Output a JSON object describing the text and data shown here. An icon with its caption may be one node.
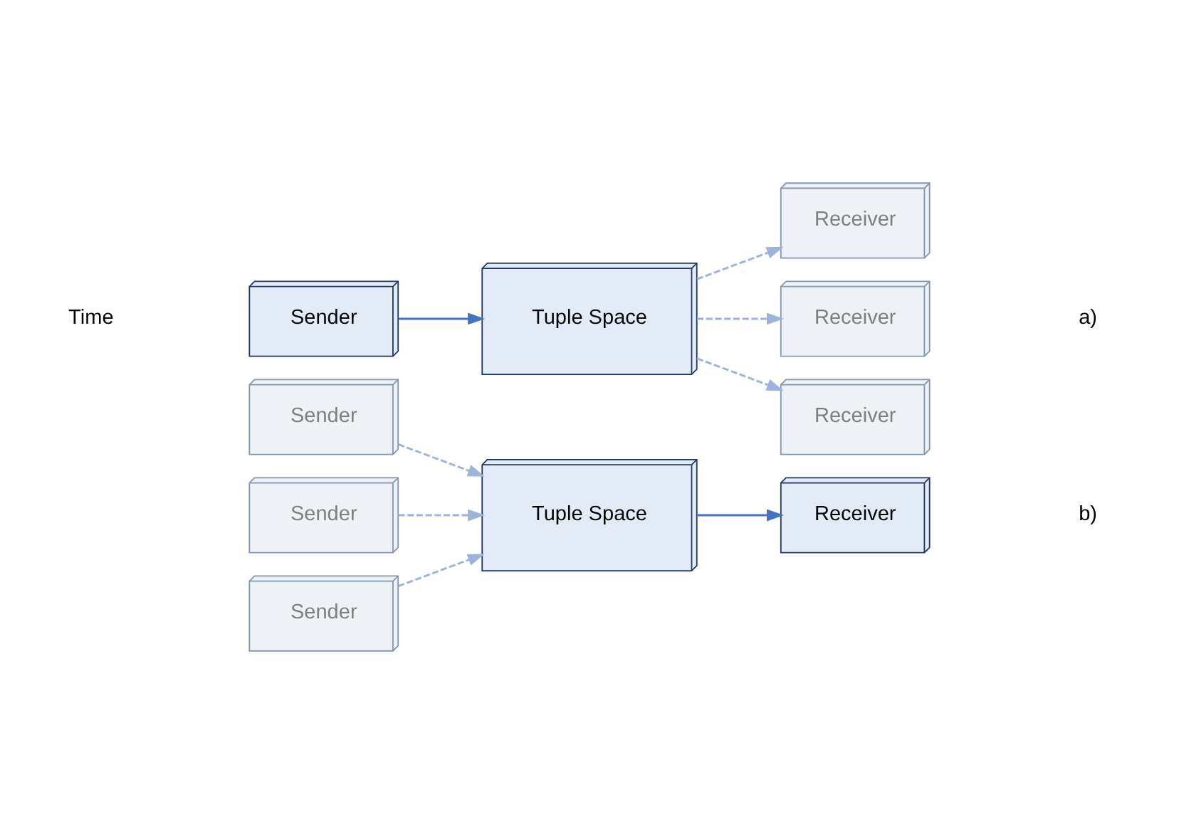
{
  "diagram": {
    "nodes": [
      {
        "text": [
          "Sender"
        ]
      },
      {
        "text": [
          "Tuple Space"
        ]
      },
      {
        "text": [
          "Receiver"
        ]
      },
      {
        "text": [
          "Receiver"
        ]
      },
      {
        "text": [
          "Receiver"
        ]
      },
      {
        "text": [
          "Sender"
        ]
      },
      {
        "text": [
          "Sender"
        ]
      },
      {
        "text": [
          "Sender"
        ]
      },
      {
        "text": [
          "Tuple Space"
        ]
      },
      {
        "text": [
          "Receiver"
        ]
      }
    ],
    "edges": [
      {
        "from": 0,
        "to": 1,
        "arrow": "to"
      },
      {
        "from": 1,
        "to": 2,
        "arrow": "to",
        "style": "dashed",
        "color": "#9db3dd"
      },
      {
        "from": 1,
        "to": 3,
        "arrow": "to",
        "style": "dashed",
        "color": "#9db3dd"
      },
      {
        "from": 1,
        "to": 4,
        "arrow": "to",
        "style": "dashed",
        "color": "#9db3dd"
      },
      {
        "from": 5,
        "to": 8,
        "arrow": "to",
        "style": "dashed",
        "color": "#9db3dd"
      },
      {
        "from": 6,
        "to": 8,
        "arrow": "to",
        "style": "dashed",
        "color": "#9db3dd"
      },
      {
        "from": 7,
        "to": 8,
        "arrow": "to",
        "style": "dashed",
        "color": "#9db3dd"
      },
      {
        "from": 8,
        "to": 9,
        "arrow": "to"
      }
    ],
    "labels": [
      "a)",
      "b)",
      "Time"
    ]
  }
}
